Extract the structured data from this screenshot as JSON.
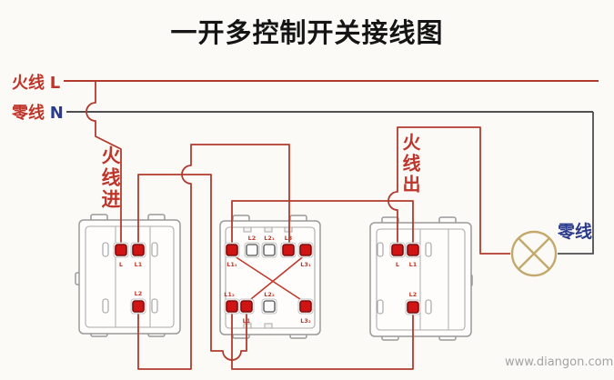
{
  "title": "一开多控制开关接线图",
  "legend": {
    "live_name": "火线",
    "live_code": "L",
    "neutral_name": "零线",
    "neutral_code": "N",
    "live_in": "火线进",
    "live_out": "火线出",
    "neutral_lamp": "零线",
    "watermark": "www.diangon.com"
  },
  "colors": {
    "wire_live_red": "#b23b2e",
    "wire_neutral_dark": "#4f4f4f",
    "label_red": "#bf352a",
    "label_navy": "#2b3b8d",
    "terminal_red": "#d01414",
    "switch_outline_gray": "#9a9a9a",
    "lamp_tan": "#c3a96c",
    "watermark_gray": "#a3a3a3"
  },
  "switches": [
    {
      "id": "left-switch",
      "terminals": [
        {
          "label": "L",
          "wired": true
        },
        {
          "label": "L1",
          "wired": true
        },
        {
          "label": "L2",
          "wired": true
        }
      ]
    },
    {
      "id": "middle-switch",
      "terminals": [
        {
          "label": "L1₁",
          "wired": true
        },
        {
          "label": "L2",
          "wired": false
        },
        {
          "label": "L2₁",
          "wired": false
        },
        {
          "label": "L3",
          "wired": true
        },
        {
          "label": "L3₁",
          "wired": true
        },
        {
          "label": "L1₂",
          "wired": true
        },
        {
          "label": "L1",
          "wired": true
        },
        {
          "label": "L2₂",
          "wired": false
        },
        {
          "label": "L3₂",
          "wired": true
        }
      ]
    },
    {
      "id": "right-switch",
      "terminals": [
        {
          "label": "L",
          "wired": true
        },
        {
          "label": "L1",
          "wired": true
        },
        {
          "label": "L2",
          "wired": true
        }
      ]
    }
  ]
}
